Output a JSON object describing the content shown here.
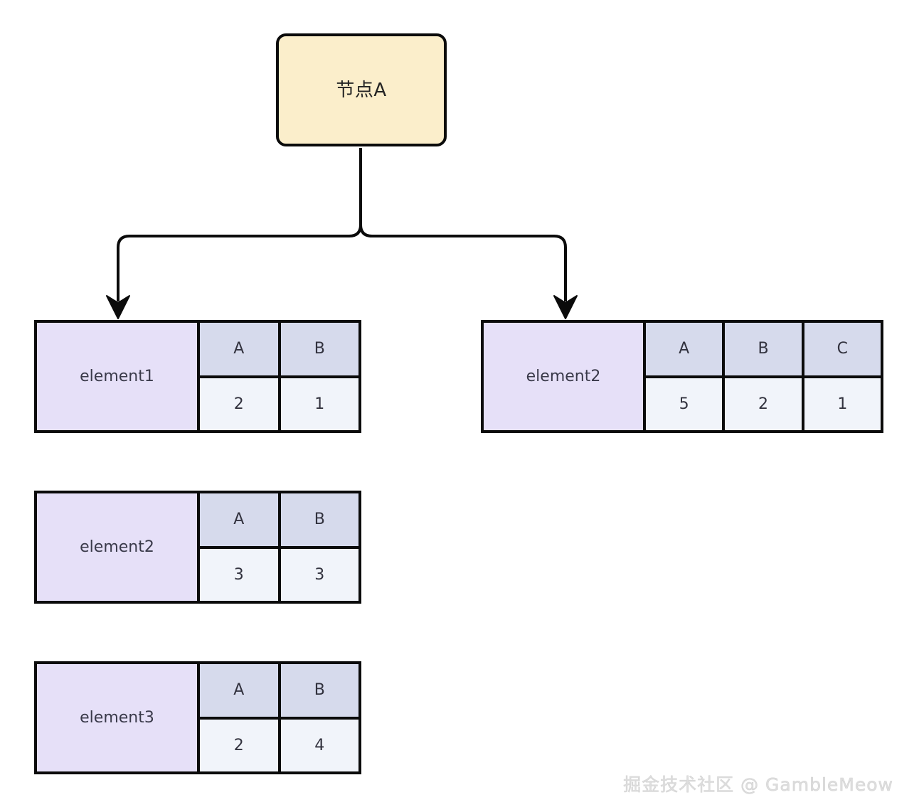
{
  "diagram": {
    "root": {
      "label": "节点A",
      "fill_color": "#fbeecb",
      "border_color": "#0b0b0b"
    },
    "colors": {
      "label_cell": "#e6e0f8",
      "header_cell": "#d6daec",
      "value_cell": "#f1f4fa",
      "stroke": "#0b0b0b",
      "background": "#ffffff",
      "watermark": "#dedede"
    },
    "tables": [
      {
        "id": "element1",
        "label": "element1",
        "headers": [
          "A",
          "B"
        ],
        "values": [
          "2",
          "1"
        ],
        "connected": true
      },
      {
        "id": "element2-right",
        "label": "element2",
        "headers": [
          "A",
          "B",
          "C"
        ],
        "values": [
          "5",
          "2",
          "1"
        ],
        "connected": true
      },
      {
        "id": "element2-left",
        "label": "element2",
        "headers": [
          "A",
          "B"
        ],
        "values": [
          "3",
          "3"
        ],
        "connected": false
      },
      {
        "id": "element3",
        "label": "element3",
        "headers": [
          "A",
          "B"
        ],
        "values": [
          "2",
          "4"
        ],
        "connected": false
      }
    ],
    "edges": [
      {
        "from": "root",
        "to": "element1",
        "style": "elbow-arrow"
      },
      {
        "from": "root",
        "to": "element2-right",
        "style": "elbow-arrow"
      }
    ]
  },
  "watermark": {
    "text": "掘金技术社区 @ GambleMeow"
  }
}
